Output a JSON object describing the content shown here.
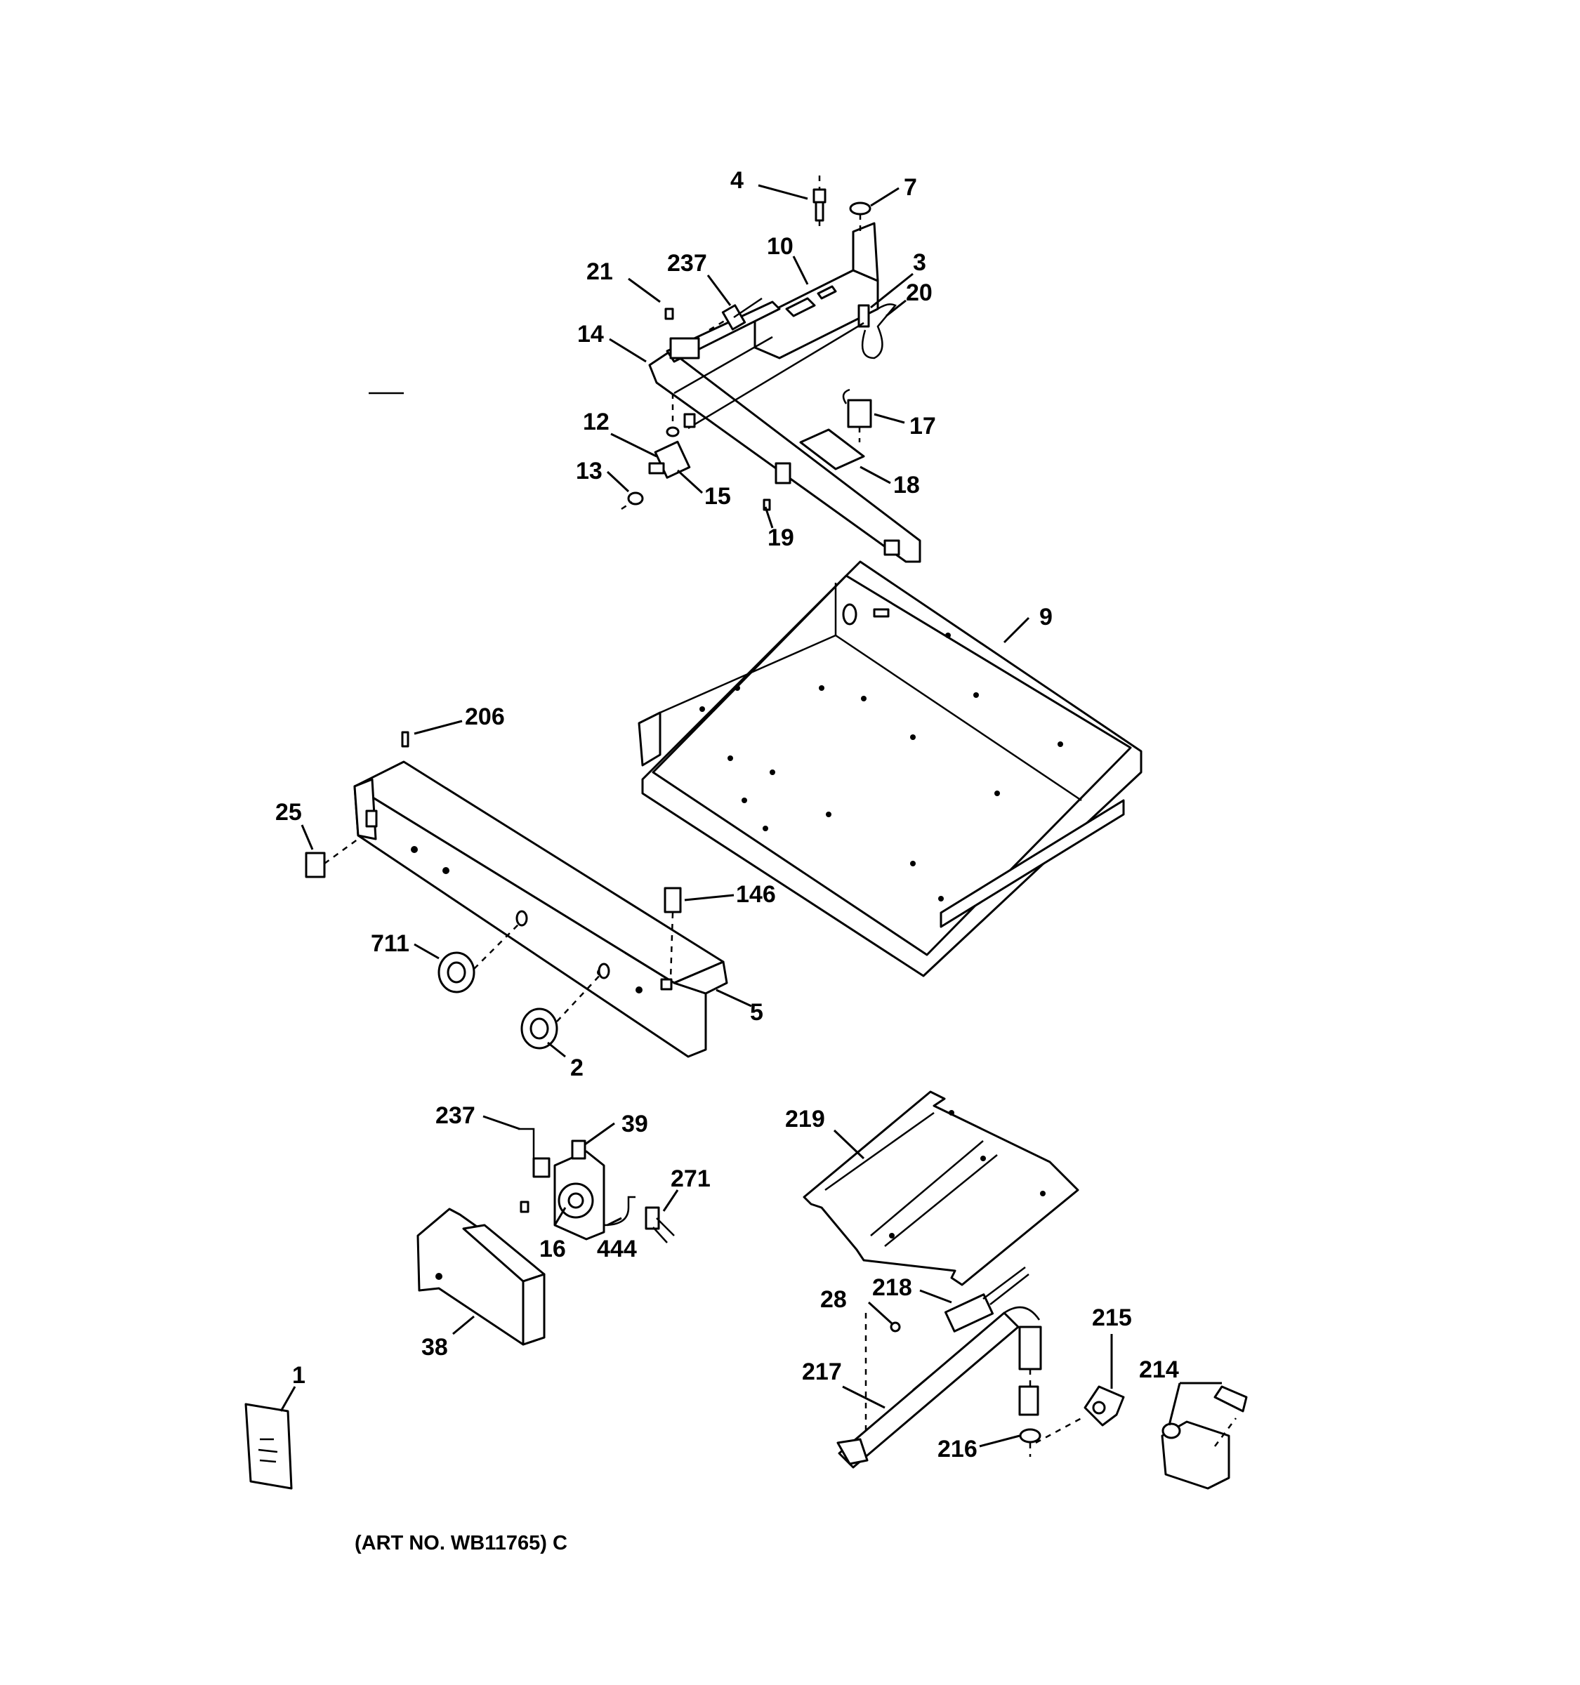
{
  "callouts": {
    "c4": "4",
    "c7": "7",
    "c10": "10",
    "c237a": "237",
    "c21": "21",
    "c3": "3",
    "c20": "20",
    "c14": "14",
    "c12": "12",
    "c17": "17",
    "c13": "13",
    "c15": "15",
    "c18": "18",
    "c19": "19",
    "c9": "9",
    "c206": "206",
    "c25": "25",
    "c146": "146",
    "c711": "711",
    "c5": "5",
    "c2": "2",
    "c237b": "237",
    "c39": "39",
    "c271": "271",
    "c219": "219",
    "c16": "16",
    "c444": "444",
    "c218": "218",
    "c28": "28",
    "c215": "215",
    "c38": "38",
    "c214": "214",
    "c217": "217",
    "c1": "1",
    "c216": "216"
  },
  "art_number": "(ART NO. WB11765) C"
}
